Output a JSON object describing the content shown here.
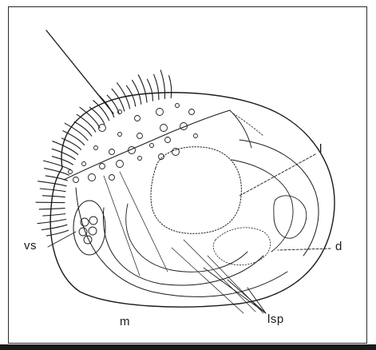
{
  "figure": {
    "labels": {
      "vs": "vs",
      "l": "l",
      "d": "d",
      "m": "m",
      "lsp": "lsp"
    },
    "icons": [
      "ciliated-organism-drawing"
    ],
    "colors": {
      "ink": "#1b1b1b",
      "paper": "#ffffff"
    }
  }
}
